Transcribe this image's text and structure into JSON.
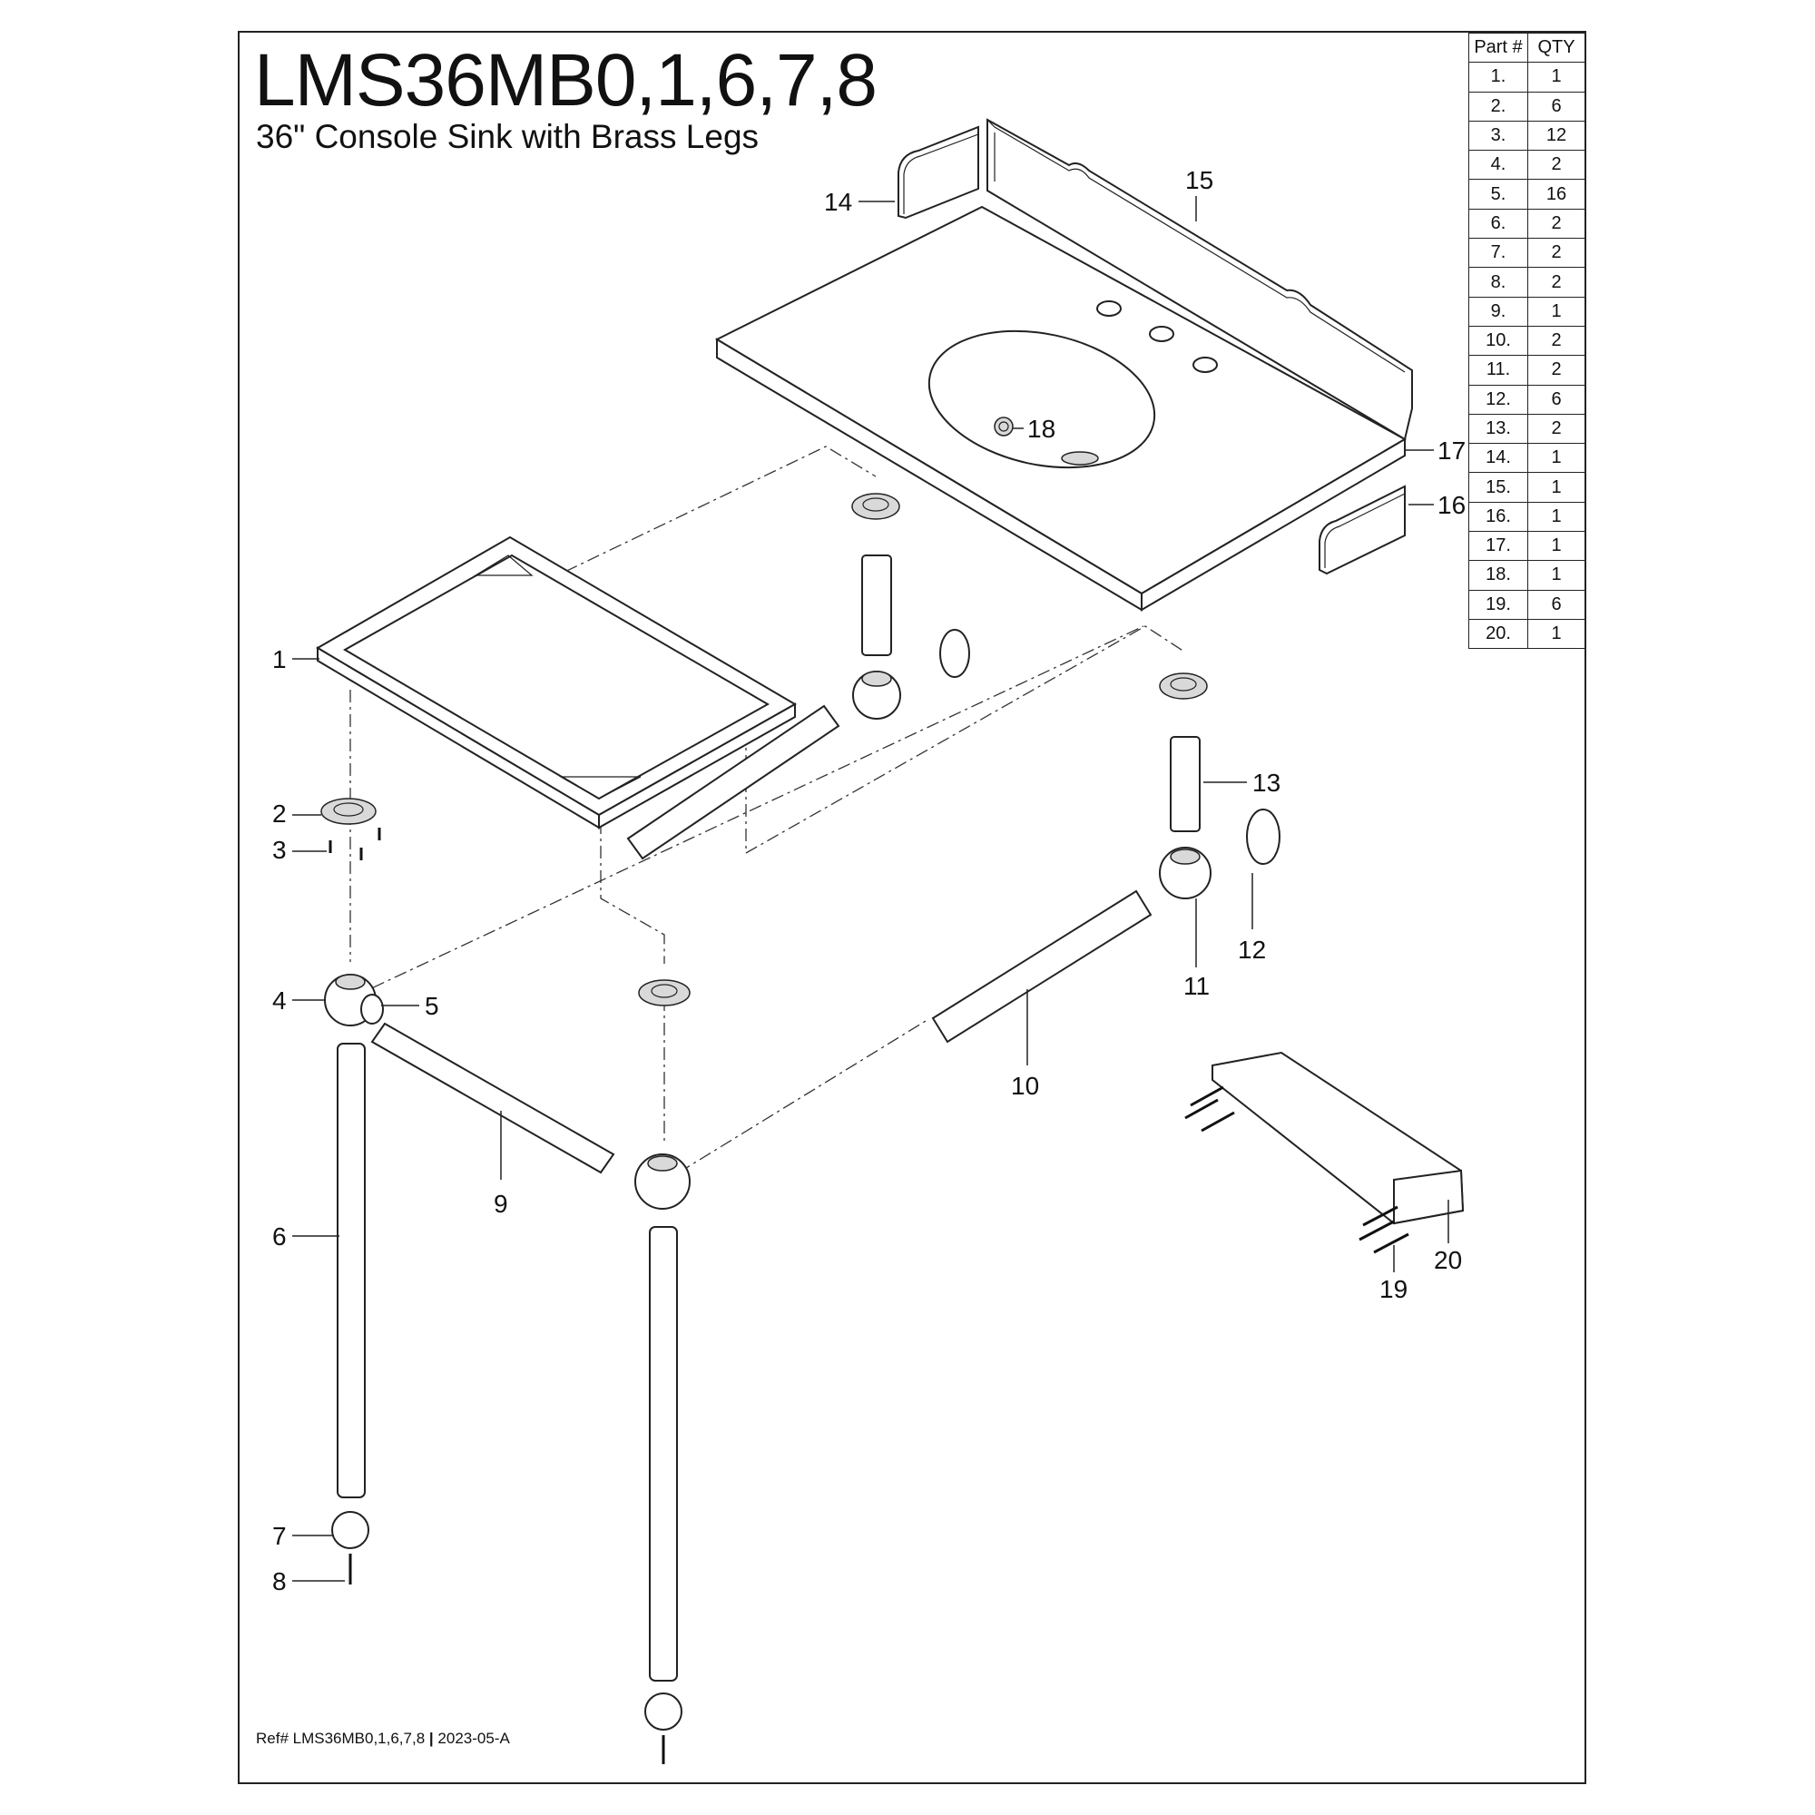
{
  "header": {
    "title": "LMS36MB0,1,6,7,8",
    "subtitle": "36\" Console Sink with Brass Legs"
  },
  "parts_table": {
    "headers": [
      "Part #",
      "QTY"
    ],
    "rows": [
      [
        "1.",
        "1"
      ],
      [
        "2.",
        "6"
      ],
      [
        "3.",
        "12"
      ],
      [
        "4.",
        "2"
      ],
      [
        "5.",
        "16"
      ],
      [
        "6.",
        "2"
      ],
      [
        "7.",
        "2"
      ],
      [
        "8.",
        "2"
      ],
      [
        "9.",
        "1"
      ],
      [
        "10.",
        "2"
      ],
      [
        "11.",
        "2"
      ],
      [
        "12.",
        "6"
      ],
      [
        "13.",
        "2"
      ],
      [
        "14.",
        "1"
      ],
      [
        "15.",
        "1"
      ],
      [
        "16.",
        "1"
      ],
      [
        "17.",
        "1"
      ],
      [
        "18.",
        "1"
      ],
      [
        "19.",
        "6"
      ],
      [
        "20.",
        "1"
      ]
    ]
  },
  "callouts": {
    "c1": "1",
    "c2": "2",
    "c3": "3",
    "c4": "4",
    "c5": "5",
    "c6": "6",
    "c7": "7",
    "c8": "8",
    "c9": "9",
    "c10": "10",
    "c11": "11",
    "c12": "12",
    "c13": "13",
    "c14": "14",
    "c15": "15",
    "c16": "16",
    "c17": "17",
    "c18": "18",
    "c19": "19",
    "c20": "20"
  },
  "footer": {
    "ref": "Ref# LMS36MB0,1,6,7,8",
    "separator": "|",
    "revision": "2023-05-A"
  }
}
